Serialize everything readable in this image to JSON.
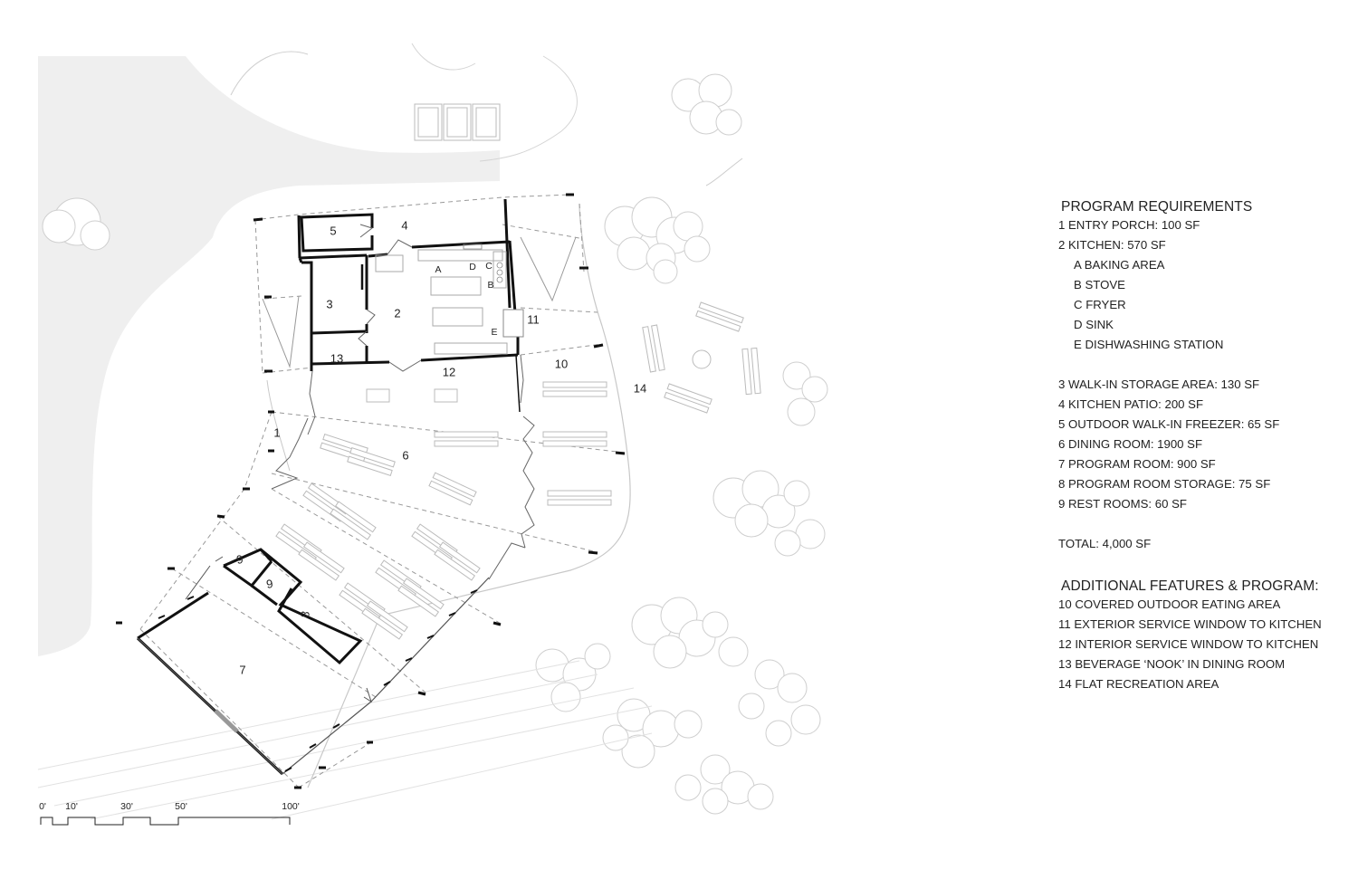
{
  "plan": {
    "rooms": [
      "1",
      "2",
      "3",
      "4",
      "5",
      "6",
      "7",
      "8",
      "9",
      "9",
      "10",
      "11",
      "12",
      "13",
      "14"
    ],
    "kitchen_letters": [
      "A",
      "B",
      "C",
      "D",
      "E"
    ],
    "scale": [
      "0'",
      "10'",
      "30'",
      "50'",
      "100'"
    ]
  },
  "legend": {
    "title": "PROGRAM REQUIREMENTS",
    "items": [
      "1  ENTRY PORCH: 100 SF",
      "2  KITCHEN: 570 SF",
      "A  BAKING AREA",
      "B  STOVE",
      "C  FRYER",
      "D  SINK",
      "E  DISHWASHING STATION",
      "3  WALK-IN STORAGE AREA: 130 SF",
      "4  KITCHEN PATIO: 200 SF",
      "5  OUTDOOR WALK-IN FREEZER: 65 SF",
      "6  DINING ROOM: 1900 SF",
      "7  PROGRAM ROOM: 900 SF",
      "8  PROGRAM ROOM STORAGE: 75 SF",
      "9  REST ROOMS: 60 SF"
    ],
    "total": "TOTAL: 4,000 SF",
    "title2": "ADDITIONAL FEATURES & PROGRAM:",
    "items2": [
      "10  COVERED OUTDOOR EATING AREA",
      "11  EXTERIOR SERVICE WINDOW TO KITCHEN",
      "12  INTERIOR SERVICE WINDOW TO KITCHEN",
      "13  BEVERAGE ‘NOOK’ IN DINING ROOM",
      "14  FLAT RECREATION AREA"
    ]
  }
}
